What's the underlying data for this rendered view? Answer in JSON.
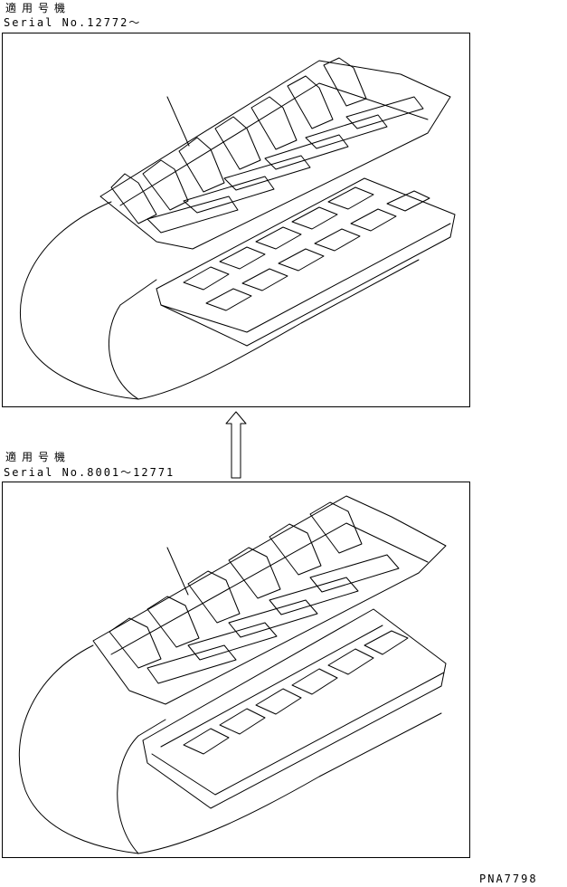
{
  "upper": {
    "heading": "適用号機",
    "serial": "Serial No.12772～"
  },
  "lower": {
    "heading": "適用号機",
    "serial": "Serial No.8001～12771"
  },
  "code": "PNA7798"
}
